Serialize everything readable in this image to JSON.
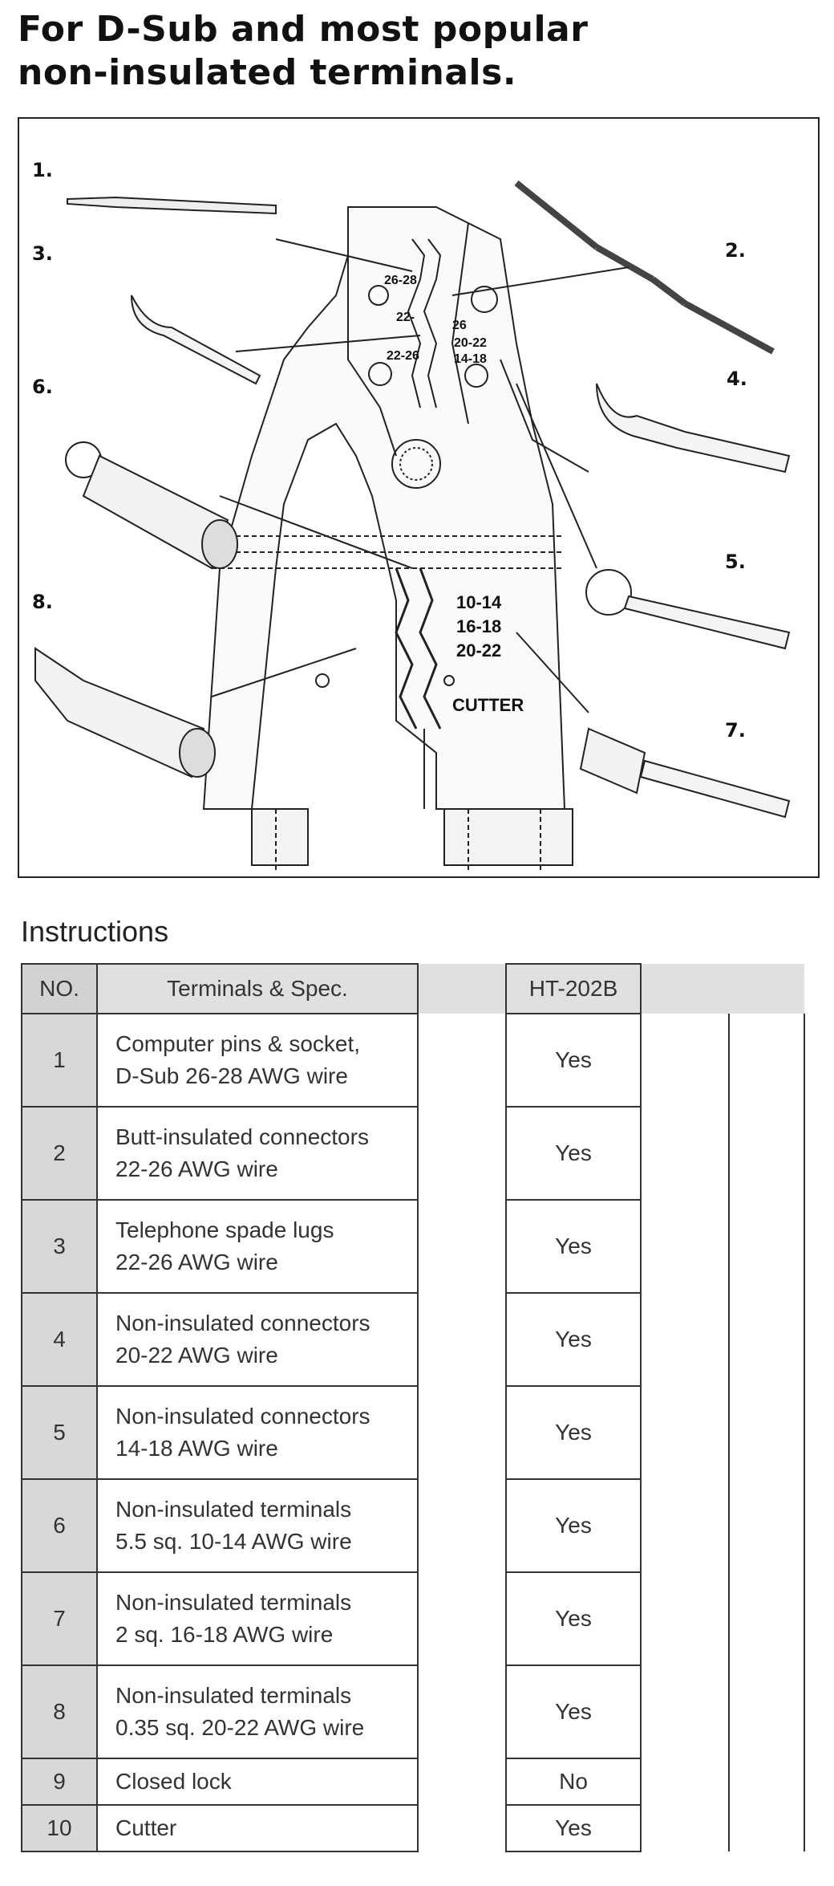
{
  "title": {
    "line1": "For D-Sub and most popular",
    "line2": "non-insulated terminals."
  },
  "diagram": {
    "callouts": [
      "1.",
      "2.",
      "3.",
      "4.",
      "5.",
      "6.",
      "7.",
      "8."
    ],
    "die_labels": {
      "d1": "26-28",
      "d2": "22-",
      "d3": "26",
      "d4": "22-26",
      "d5": "20-22",
      "d6": "14-18",
      "d7": "10-14",
      "d8": "16-18",
      "d9": "20-22",
      "cutter": "CUTTER"
    }
  },
  "instructions_label": "Instructions",
  "table": {
    "headers": {
      "no": "NO.",
      "spec": "Terminals & Spec.",
      "model": "HT-202B"
    },
    "rows": [
      {
        "no": "1",
        "line1": "Computer pins & socket,",
        "line2": "D-Sub 26-28 AWG wire",
        "value": "Yes"
      },
      {
        "no": "2",
        "line1": "Butt-insulated connectors",
        "line2": "22-26 AWG wire",
        "value": "Yes"
      },
      {
        "no": "3",
        "line1": "Telephone spade lugs",
        "line2": "22-26 AWG wire",
        "value": "Yes"
      },
      {
        "no": "4",
        "line1": "Non-insulated connectors",
        "line2": "20-22 AWG wire",
        "value": "Yes"
      },
      {
        "no": "5",
        "line1": "Non-insulated connectors",
        "line2": "14-18 AWG wire",
        "value": "Yes"
      },
      {
        "no": "6",
        "line1": "Non-insulated terminals",
        "line2": "5.5 sq. 10-14 AWG wire",
        "value": "Yes"
      },
      {
        "no": "7",
        "line1": "Non-insulated terminals",
        "line2": "2 sq. 16-18 AWG wire",
        "value": "Yes"
      },
      {
        "no": "8",
        "line1": "Non-insulated terminals",
        "line2": "0.35 sq. 20-22 AWG wire",
        "value": "Yes"
      },
      {
        "no": "9",
        "line1": "Closed lock",
        "line2": "",
        "value": "No"
      },
      {
        "no": "10",
        "line1": "Cutter",
        "line2": "",
        "value": "Yes"
      }
    ]
  }
}
